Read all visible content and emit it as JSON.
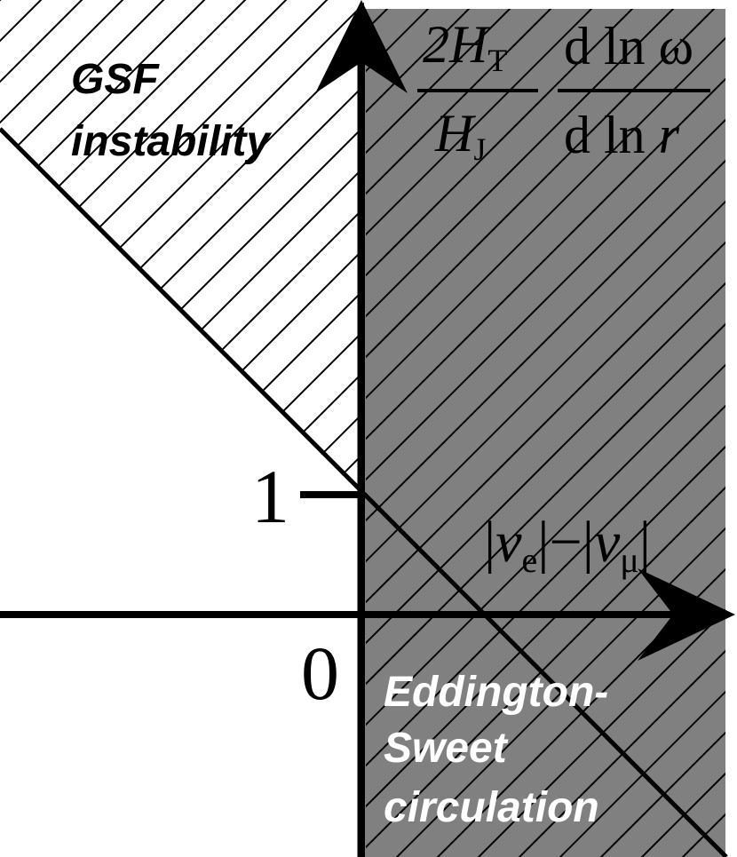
{
  "regions": {
    "upper_left_label_line1": "GSF",
    "upper_left_label_line2": "instability",
    "lower_right_label_line1": "Eddington-",
    "lower_right_label_line2": "Sweet",
    "lower_right_label_line3": "circulation"
  },
  "y_axis": {
    "frac1_num_main": "2H",
    "frac1_num_sub": "T",
    "frac1_den_main": "H",
    "frac1_den_sub": "J",
    "frac2_num": "d ln ω",
    "frac2_den_prefix": "d ln ",
    "frac2_den_var": "r",
    "tick_label": "1"
  },
  "x_axis": {
    "bar_left": "|",
    "nu_e": "ν",
    "sub_e": "e",
    "minus": "|−|",
    "nu_mu": "ν",
    "sub_mu": "μ",
    "bar_right": "|"
  },
  "origin_label": "0",
  "colors": {
    "shaded_region": "#808080",
    "axis": "#000000",
    "hatch": "#000000",
    "light_text": "#ffffff",
    "dark_text": "#000000"
  }
}
